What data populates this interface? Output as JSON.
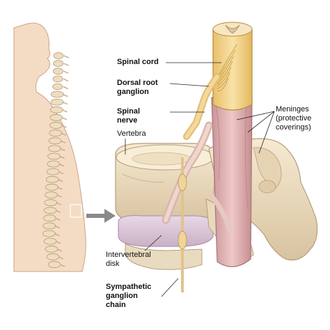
{
  "labels": {
    "spinal_cord": "Spinal cord",
    "dorsal_root_ganglion": "Dorsal root\nganglion",
    "spinal_nerve": "Spinal\nnerve",
    "vertebra": "Vertebra",
    "meninges": "Meninges\n(protective\ncoverings)",
    "intervertebral_disk": "Intervertebral\ndisk",
    "sympathetic_ganglion_chain": "Sympathetic\nganglion\nchain"
  },
  "colors": {
    "silhouette": "#f4dcc4",
    "bone": "#efe0c4",
    "bone_shade": "#c9b596",
    "cord": "#f1d389",
    "meninges": "#ddb0b2",
    "disk": "#dcc9d9",
    "nerve": "#f0d49a",
    "arrow": "#8a8a8a"
  }
}
